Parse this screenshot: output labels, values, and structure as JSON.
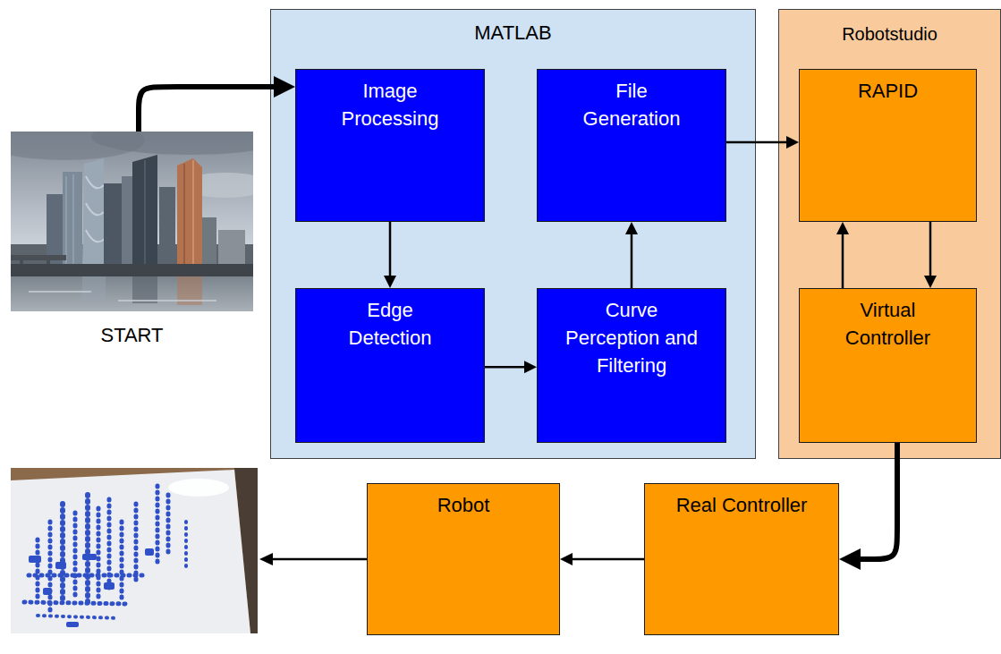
{
  "diagram": {
    "nodes": [
      {
        "text": [
          "START"
        ]
      },
      {
        "text": [
          "MATLAB"
        ]
      },
      {
        "text": [
          "Image Processing"
        ],
        "in": 1
      },
      {
        "text": [
          "File Generation"
        ],
        "in": 1
      },
      {
        "text": [
          "Edge Detection"
        ],
        "in": 1
      },
      {
        "text": [
          "Curve Perception and Filtering"
        ],
        "in": 1
      },
      {
        "text": [
          "Robotstudio"
        ]
      },
      {
        "text": [
          "RAPID"
        ],
        "in": 6
      },
      {
        "text": [
          "Virtual Controller"
        ],
        "in": 6
      },
      {
        "text": [
          "Robot"
        ]
      },
      {
        "text": [
          "Real Controller"
        ]
      }
    ],
    "edges": [
      {
        "from": 0,
        "to": 2,
        "arrow": "to"
      },
      {
        "from": 2,
        "to": 4,
        "arrow": "to"
      },
      {
        "from": 4,
        "to": 5,
        "arrow": "to"
      },
      {
        "from": 5,
        "to": 3,
        "arrow": "to"
      },
      {
        "from": 3,
        "to": 7,
        "arrow": "to"
      },
      {
        "from": 8,
        "to": 7,
        "arrow": "to"
      },
      {
        "from": 7,
        "to": 8,
        "arrow": "to"
      },
      {
        "from": 8,
        "to": 10,
        "arrow": "to"
      },
      {
        "from": 10,
        "to": 9,
        "arrow": "to"
      }
    ]
  }
}
